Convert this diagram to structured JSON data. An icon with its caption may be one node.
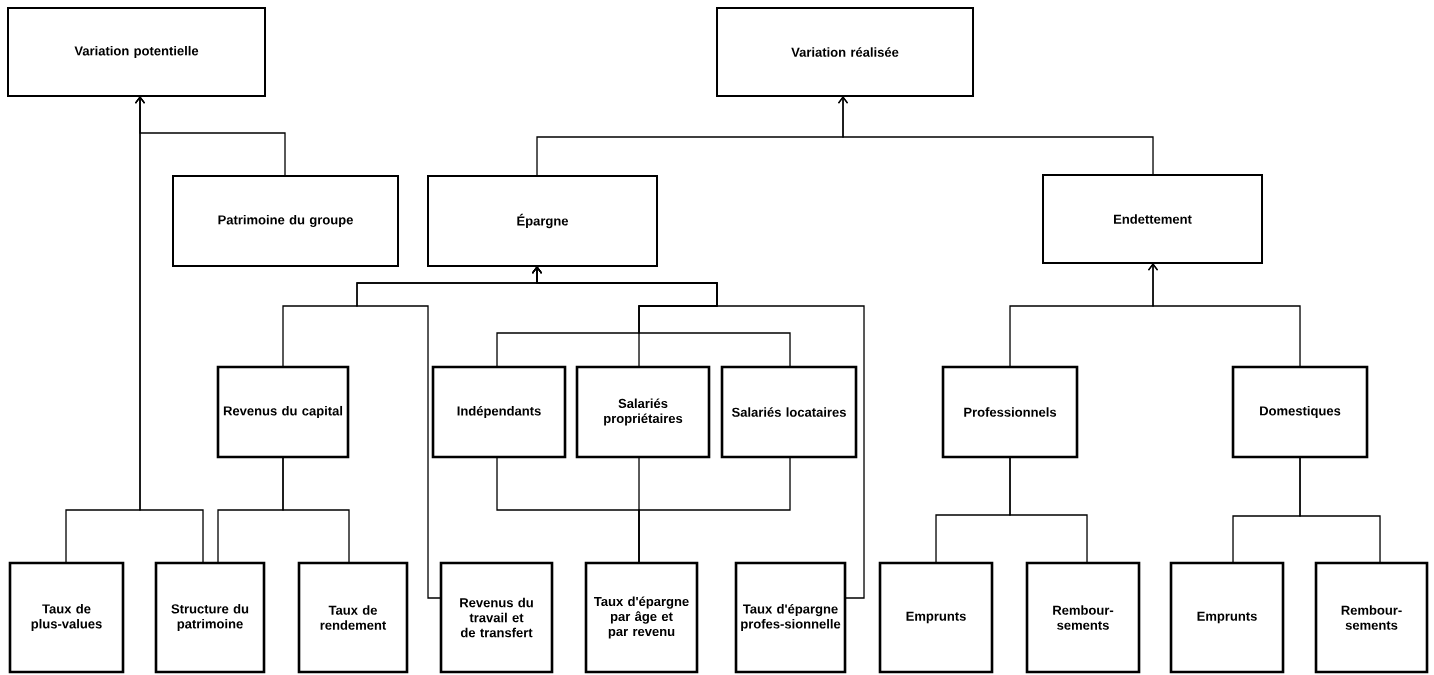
{
  "diagram": {
    "nodes": [
      {
        "text": [
          "Variation potentielle"
        ]
      },
      {
        "text": [
          "Variation réalisée"
        ]
      },
      {
        "text": [
          "Patrimoine du groupe"
        ]
      },
      {
        "text": [
          "Épargne"
        ]
      },
      {
        "text": [
          "Endettement"
        ]
      },
      {
        "text": [
          "Revenus du capital"
        ]
      },
      {
        "text": [
          "Indépendants"
        ]
      },
      {
        "text": [
          "Salariés propriétaires"
        ]
      },
      {
        "text": [
          "Salariés locataires"
        ]
      },
      {
        "text": [
          "Professionnels"
        ]
      },
      {
        "text": [
          "Domestiques"
        ]
      },
      {
        "text": [
          "Taux de plus-values"
        ]
      },
      {
        "text": [
          "Structure du patrimoine"
        ]
      },
      {
        "text": [
          "Taux de rendement"
        ]
      },
      {
        "text": [
          "Revenus du travail et de transfert"
        ]
      },
      {
        "text": [
          "Taux d'épargne par âge et par revenu"
        ]
      },
      {
        "text": [
          "Taux d'épargne profes-sionnelle"
        ]
      },
      {
        "text": [
          "Emprunts"
        ]
      },
      {
        "text": [
          "Rembour-sements"
        ]
      },
      {
        "text": [
          "Emprunts"
        ]
      },
      {
        "text": [
          "Rembour-sements"
        ]
      }
    ],
    "edges": [
      {
        "from": 11,
        "to": 0,
        "arrow": "to"
      },
      {
        "from": 12,
        "to": 0,
        "arrow": "to"
      },
      {
        "from": 2,
        "to": 0,
        "arrow": "to"
      },
      {
        "from": 3,
        "to": 1,
        "arrow": "to"
      },
      {
        "from": 4,
        "to": 1,
        "arrow": "to"
      },
      {
        "from": 5,
        "to": 3,
        "arrow": "to"
      },
      {
        "from": 14,
        "to": 3,
        "arrow": "to"
      },
      {
        "from": 6,
        "to": 3,
        "arrow": "to"
      },
      {
        "from": 7,
        "to": 3,
        "arrow": "to"
      },
      {
        "from": 8,
        "to": 3,
        "arrow": "to"
      },
      {
        "from": 16,
        "to": 3,
        "arrow": "to"
      },
      {
        "from": 12,
        "to": 5,
        "arrow": "none"
      },
      {
        "from": 13,
        "to": 5,
        "arrow": "none"
      },
      {
        "from": 15,
        "to": 6,
        "arrow": "none"
      },
      {
        "from": 15,
        "to": 7,
        "arrow": "none"
      },
      {
        "from": 15,
        "to": 8,
        "arrow": "none"
      },
      {
        "from": 9,
        "to": 4,
        "arrow": "to"
      },
      {
        "from": 10,
        "to": 4,
        "arrow": "to"
      },
      {
        "from": 17,
        "to": 9,
        "arrow": "none"
      },
      {
        "from": 18,
        "to": 9,
        "arrow": "none"
      },
      {
        "from": 19,
        "to": 10,
        "arrow": "none"
      },
      {
        "from": 20,
        "to": 10,
        "arrow": "none"
      }
    ]
  }
}
